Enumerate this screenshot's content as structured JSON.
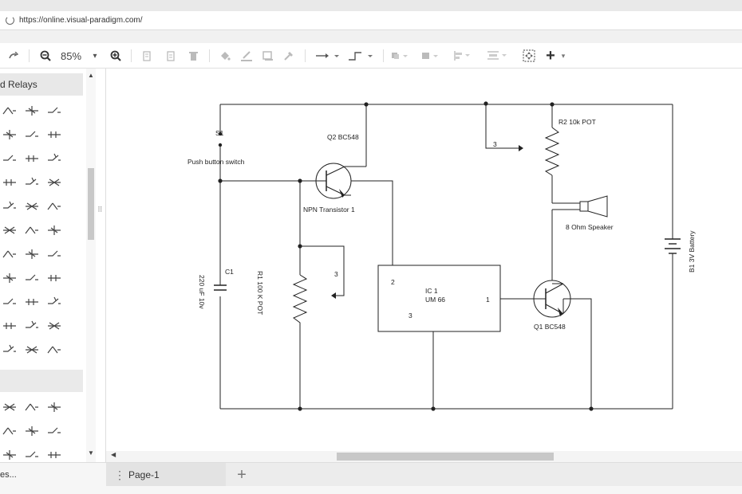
{
  "browser": {
    "url": "https://online.visual-paradigm.com/"
  },
  "toolbar": {
    "zoom_value": "85%",
    "zoom_dropdown": "▾",
    "add_label": "+",
    "add_dropdown": "▾"
  },
  "sidebar": {
    "category_title": "d Relays",
    "more_shapes_label": "es...",
    "splitter_glyph": "⠿"
  },
  "pages": {
    "current": "Page-1",
    "add_label": "+"
  },
  "diagram": {
    "labels": {
      "s1": "S1",
      "push_switch": "Push button switch",
      "q2": "Q2 BC548",
      "npn1": "NPN Transistor 1",
      "r2": "R2 10k POT",
      "pin3_top": "3",
      "speaker": "8 Ohm Speaker",
      "battery": "B1 3V Battery",
      "c1": "C1",
      "c1_value": "220 uF 10v",
      "r1": "R1 100 K POT",
      "pin3_r1": "3",
      "ic_pin2": "2",
      "ic_name": "IC 1",
      "ic_model": "UM 66",
      "ic_pin1": "1",
      "ic_pin3": "3",
      "q1": "Q1 BC548"
    }
  },
  "colors": {
    "wire": "#222222",
    "accent": "#e04a3c"
  }
}
